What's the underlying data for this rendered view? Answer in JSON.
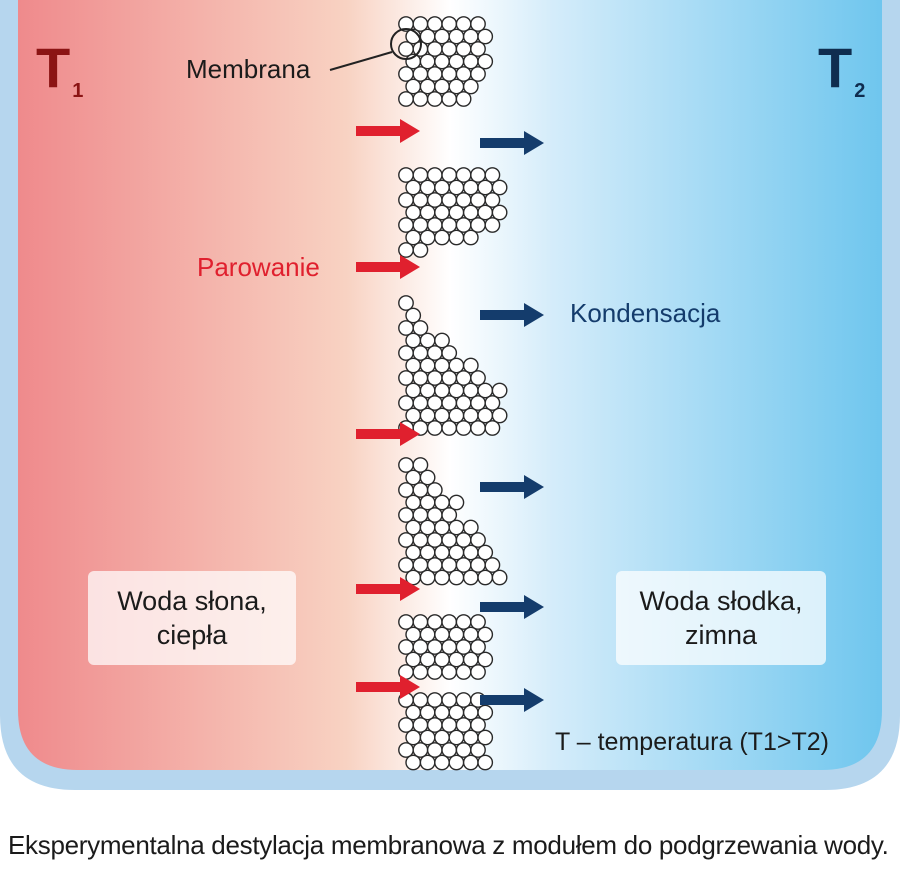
{
  "diagram": {
    "hot_side": {
      "symbol": "T",
      "subscript": "1",
      "color": "#8b1414"
    },
    "cold_side": {
      "symbol": "T",
      "subscript": "2",
      "color": "#0f2d4f"
    },
    "labels": {
      "membrane": "Membrana",
      "evaporation": "Parowanie",
      "condensation": "Kondensacja",
      "temperature_note": "T – temperatura (T1>T2)"
    },
    "hot_box": {
      "line1": "Woda słona,",
      "line2": "ciepła"
    },
    "cold_box": {
      "line1": "Woda słodka,",
      "line2": "zimna"
    },
    "colors": {
      "hot_gradient_start": "#ef8a8c",
      "hot_gradient_mid": "#f8d2c2",
      "cold_gradient_mid": "#d4ecfa",
      "cold_gradient_end": "#6fc6ee",
      "frame": "#b6d6ee",
      "evaporation_arrow": "#e0202e",
      "condensation_arrow": "#143c6c",
      "evaporation_text": "#e0202e",
      "condensation_text": "#143c6c"
    }
  },
  "caption": "Eksperymentalna destylacja membranowa z modułem do podgrzewania wody."
}
